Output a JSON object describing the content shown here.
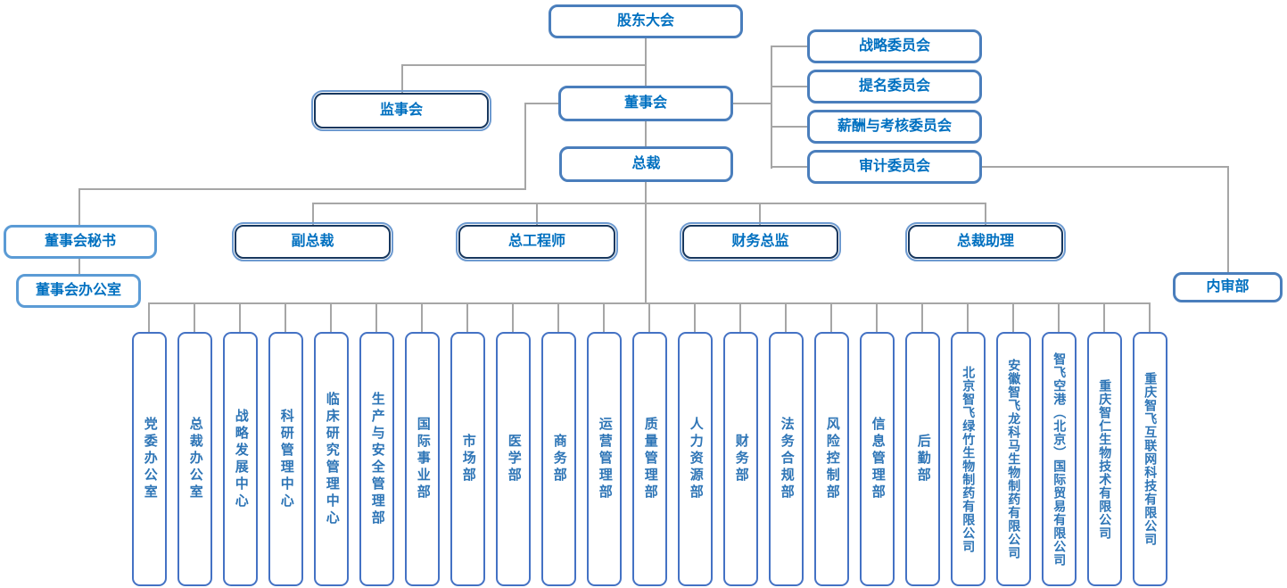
{
  "diagram": {
    "type": "org-chart",
    "language": "zh-CN"
  },
  "colors": {
    "bg": "#ffffff",
    "border_main": "#4a7ebc",
    "border_light": "#5b9bd5",
    "border_outer": "#6d9ad0",
    "border_dark": "#17375e",
    "border_vert": "#4472c4",
    "text_blue": "#0070c0",
    "vert_text": "#2e75b6",
    "connector": "#a6a6a6"
  },
  "nodes": {
    "shareholders": {
      "label": "股东大会"
    },
    "supervisory_board": {
      "label": "监事会"
    },
    "board": {
      "label": "董事会"
    },
    "president": {
      "label": "总裁"
    },
    "board_office": {
      "label": "董事会办公室"
    },
    "internal_audit": {
      "label": "内审部"
    },
    "committees": [
      {
        "id": "strategy-committee",
        "label": "战略委员会"
      },
      {
        "id": "nomination-committee",
        "label": "提名委员会"
      },
      {
        "id": "remuneration-assessment-committee",
        "label": "薪酬与考核委员会"
      },
      {
        "id": "audit-committee",
        "label": "审计委员会"
      }
    ],
    "executives": [
      {
        "id": "board-secretary",
        "label": "董事会秘书"
      },
      {
        "id": "vice-president",
        "label": "副总裁"
      },
      {
        "id": "chief-engineer",
        "label": "总工程师"
      },
      {
        "id": "finance-director",
        "label": "财务总监"
      },
      {
        "id": "president-assistant",
        "label": "总裁助理"
      }
    ],
    "departments": [
      {
        "label": "党委办公室"
      },
      {
        "label": "总裁办公室"
      },
      {
        "label": "战略发展中心"
      },
      {
        "label": "科研管理中心"
      },
      {
        "label": "临床研究管理中心"
      },
      {
        "label": "生产与安全管理部"
      },
      {
        "label": "国际事业部"
      },
      {
        "label": "市场部"
      },
      {
        "label": "医学部"
      },
      {
        "label": "商务部"
      },
      {
        "label": "运营管理部"
      },
      {
        "label": "质量管理部"
      },
      {
        "label": "人力资源部"
      },
      {
        "label": "财务部"
      },
      {
        "label": "法务合规部"
      },
      {
        "label": "风险控制部"
      },
      {
        "label": "信息管理部"
      },
      {
        "label": "后勤部"
      },
      {
        "label": "北京智飞绿竹生物制药有限公司"
      },
      {
        "label": "安徽智飞龙科马生物制药有限公司"
      },
      {
        "label": "智飞空港（北京）国际贸易有限公司"
      },
      {
        "label": "重庆智仁生物技术有限公司"
      },
      {
        "label": "重庆智飞互联网科技有限公司"
      }
    ]
  }
}
